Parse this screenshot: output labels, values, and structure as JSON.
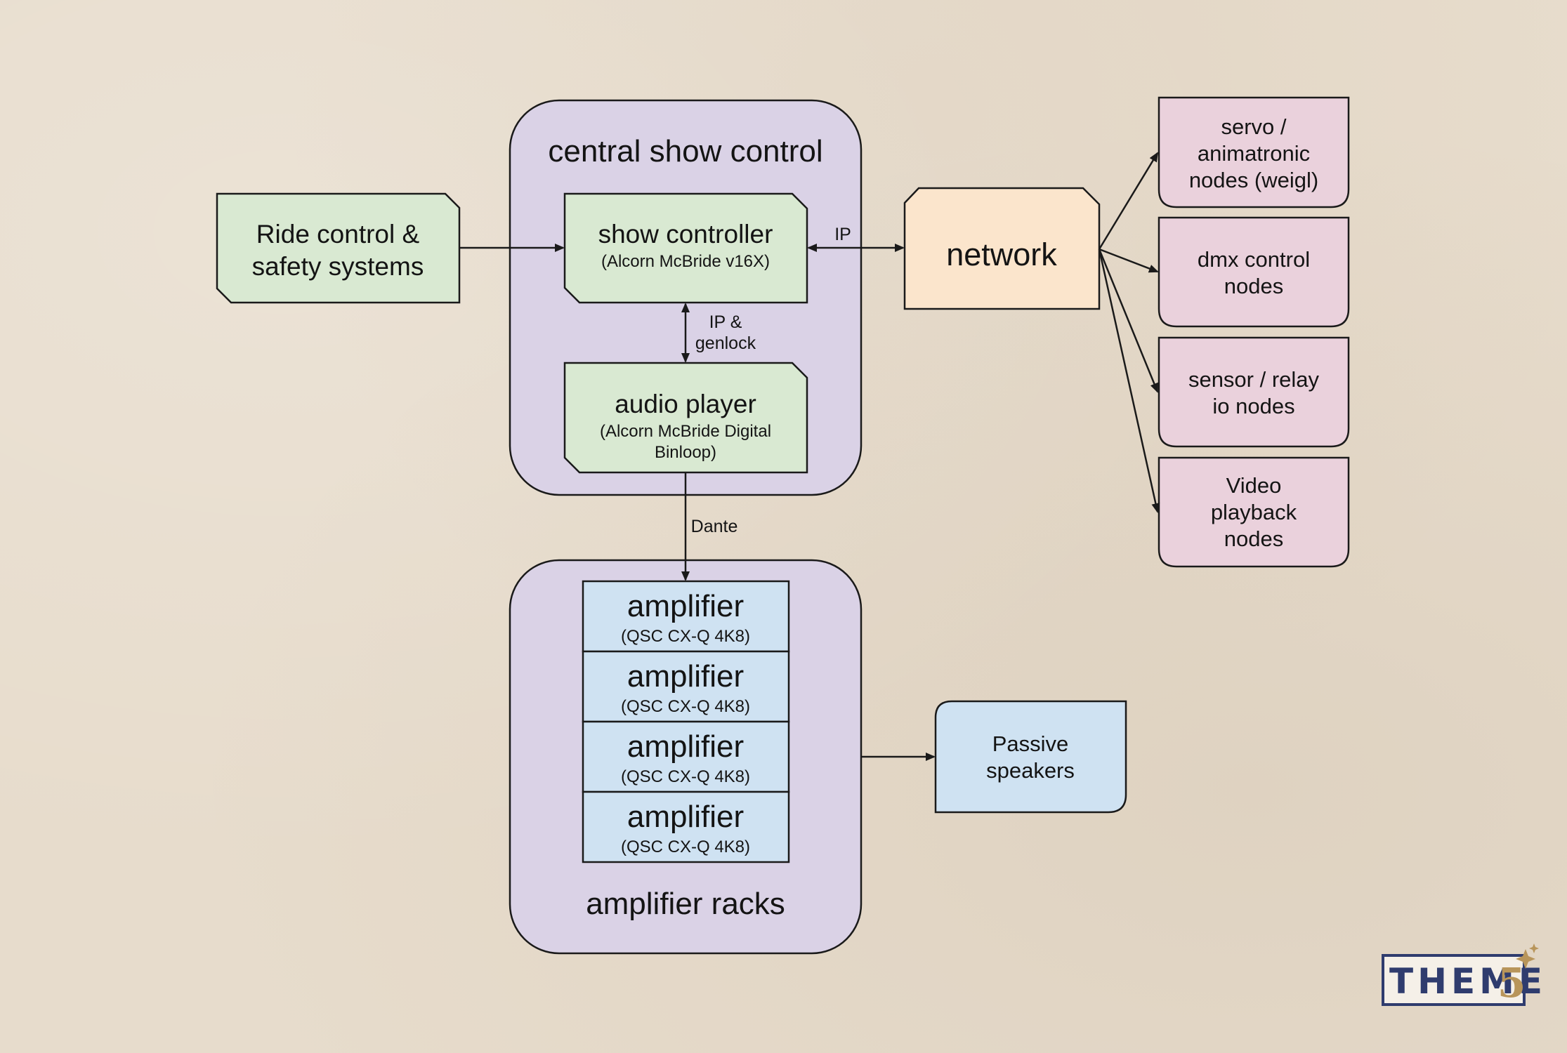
{
  "groups": {
    "show_control": "central show control",
    "amp_racks": "amplifier racks"
  },
  "nodes": {
    "ride_control": [
      "Ride control &",
      "safety systems"
    ],
    "show_controller": {
      "title": "show controller",
      "subtitle": "(Alcorn McBride v16X)"
    },
    "audio_player": {
      "title": "audio player",
      "subtitle": [
        "(Alcorn McBride Digital",
        "Binloop)"
      ]
    },
    "network": "network",
    "servo": [
      "servo /",
      "animatronic",
      "nodes (weigl)"
    ],
    "dmx": [
      "dmx control",
      "nodes"
    ],
    "sensor": [
      "sensor / relay",
      "io nodes"
    ],
    "video": [
      "Video",
      "playback",
      "nodes"
    ],
    "amplifiers": [
      {
        "title": "amplifier",
        "subtitle": "(QSC CX-Q 4K8)"
      },
      {
        "title": "amplifier",
        "subtitle": "(QSC CX-Q 4K8)"
      },
      {
        "title": "amplifier",
        "subtitle": "(QSC CX-Q 4K8)"
      },
      {
        "title": "amplifier",
        "subtitle": "(QSC CX-Q 4K8)"
      }
    ],
    "speakers": [
      "Passive",
      "speakers"
    ]
  },
  "edge_labels": {
    "ip": "IP",
    "ip_genlock": [
      "IP &",
      "genlock"
    ],
    "dante": "Dante"
  },
  "logo": {
    "text": "THEME",
    "five": "5"
  },
  "colors": {
    "background": "#e7dccc",
    "group_fill": "#dad2e6",
    "green_node": "#d9e9d2",
    "network_fill": "#fbe5cc",
    "pink_node": "#ead1dc",
    "blue_node": "#cfe2f2",
    "stroke": "#1a1a1a",
    "logo_navy": "#2f3c6e",
    "logo_gold": "#b8955a"
  }
}
